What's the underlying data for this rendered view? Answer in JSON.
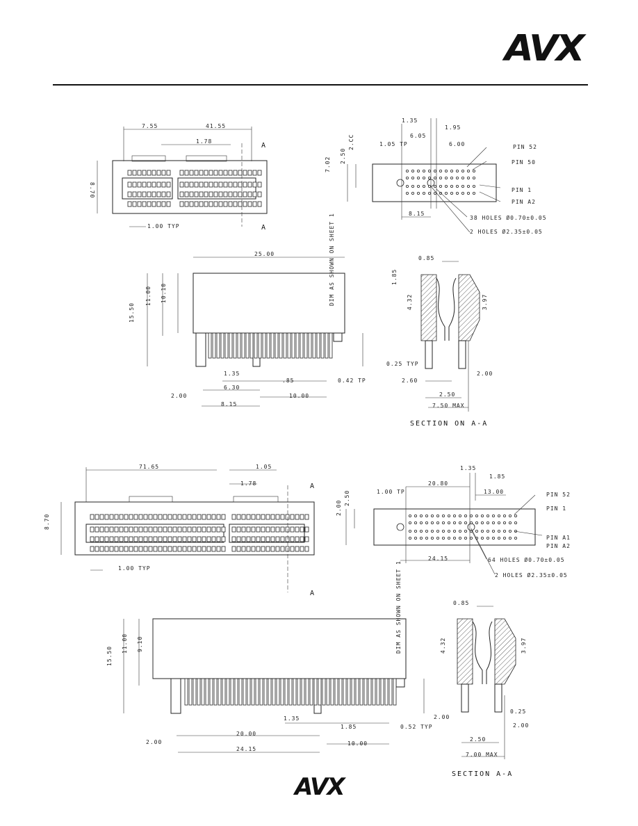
{
  "brand": {
    "logo_text": "AVX"
  },
  "drawing_top": {
    "front_view": {
      "dims": [
        "7.55",
        "41.55",
        "1.78",
        "8.70",
        "1.00 TYP"
      ],
      "section_marker": "A"
    },
    "footprint": {
      "dims": [
        "1.35",
        "1.95",
        "6.05",
        "1.05 TP",
        "6.00",
        "7.02",
        "2.50",
        "2.CC",
        "8.15"
      ],
      "callouts": [
        "PIN 52",
        "PIN 50",
        "PIN 1",
        "PIN A2",
        "38 HOLES Ø0.70±0.05",
        "2 HOLES Ø2.35±0.05"
      ]
    },
    "side_view": {
      "dims": [
        "25.00",
        "15.50",
        "11.00",
        "10.10",
        "1.35",
        "6.30",
        ".85",
        "0.42 TP",
        "2.00",
        "8.15",
        "10.00"
      ],
      "note": "DIM AS SHOWN ON SHEET 1"
    },
    "section": {
      "dims": [
        "0.85",
        "1.85",
        "4.32",
        "3.97",
        "0.25 TYP",
        "2.60",
        "2.00",
        "2.50",
        "7.50 MAX"
      ],
      "caption": "SECTION ON A-A"
    }
  },
  "drawing_bottom": {
    "front_view": {
      "dims": [
        "71.65",
        "1.05",
        "1.78",
        "8.70",
        "1.00 TYP"
      ],
      "section_marker": "A"
    },
    "footprint": {
      "dims": [
        "1.35",
        "1.85",
        "20.80",
        "13.00",
        "1.00 TP",
        "2.50",
        "2.00",
        "24.15"
      ],
      "callouts": [
        "PIN 52",
        "PIN 1",
        "PIN A1",
        "PIN A2",
        "64 HOLES Ø0.70±0.05",
        "2 HOLES Ø2.35±0.05"
      ]
    },
    "side_view": {
      "dims": [
        "15.50",
        "11.00",
        "9.10",
        "1.35",
        "1.85",
        "0.52 TYP",
        "20.00",
        "2.00",
        "24.15",
        "10.00"
      ],
      "note": "DIM AS SHOWN ON SHEET 1"
    },
    "section": {
      "dims": [
        "0.85",
        "4.32",
        "3.97",
        "2.00",
        "0.25",
        "2.00",
        "2.50",
        "7.00 MAX"
      ],
      "caption": "SECTION A-A"
    }
  }
}
